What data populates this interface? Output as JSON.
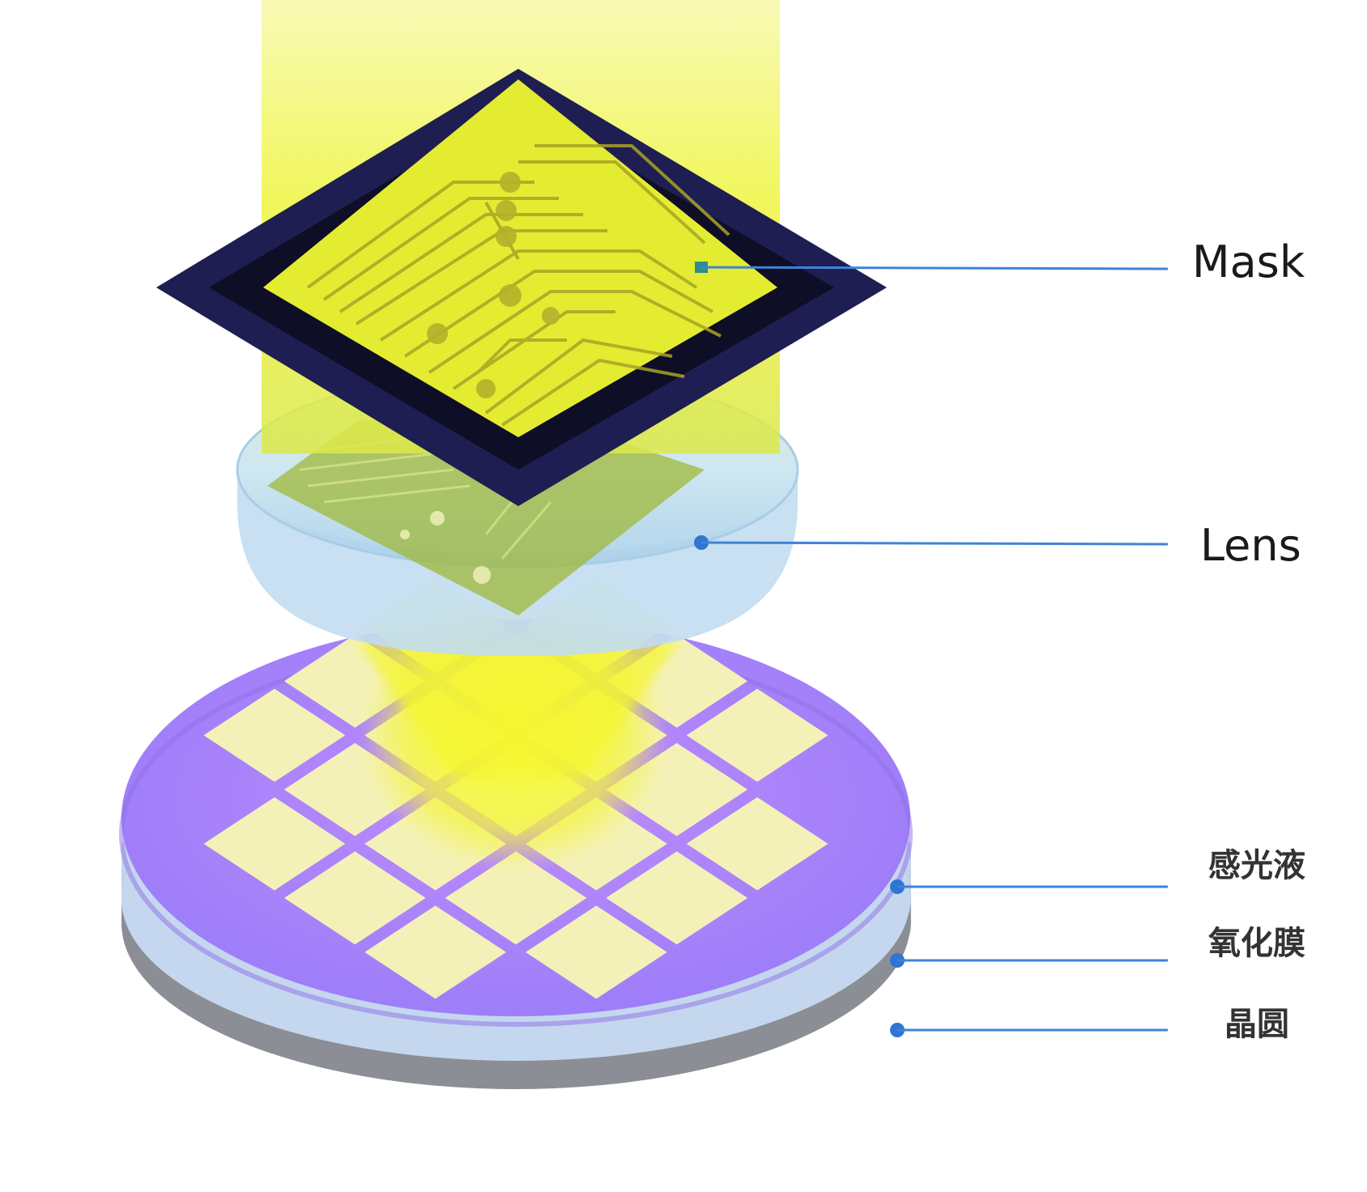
{
  "diagram": {
    "labels": {
      "mask": "Mask",
      "lens": "Lens",
      "photoresist": "感光液",
      "oxide_film": "氧化膜",
      "wafer": "晶圆"
    },
    "colors": {
      "light_beam": "#f2f53a",
      "mask_frame": "#1b1b4d",
      "lens": "#bfe0f4",
      "photoresist": "#a77cff",
      "oxide_film": "#c3d6ec",
      "wafer": "#9fa1a8",
      "die": "#f8f7b4",
      "leader_line": "#3f83d8"
    }
  }
}
